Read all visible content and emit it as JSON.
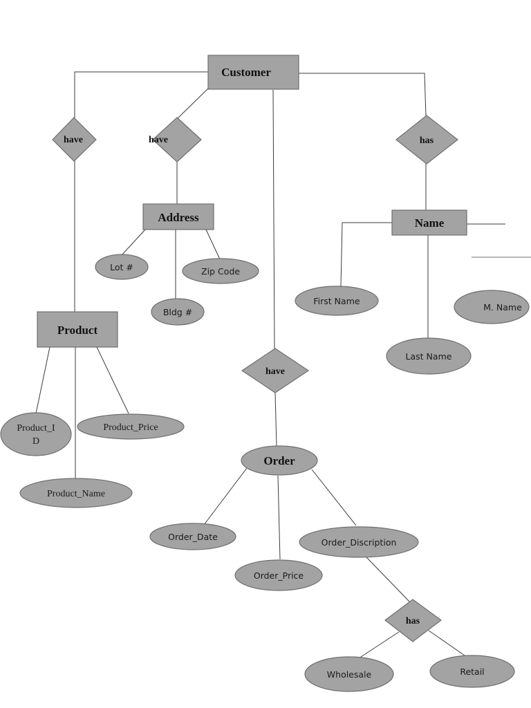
{
  "entities": {
    "customer": "Customer",
    "address": "Address",
    "name": "Name",
    "product": "Product",
    "order": "Order"
  },
  "relationships": {
    "customer_product": "have",
    "customer_address": "have",
    "customer_name": "has",
    "customer_order": "have",
    "description_type": "has"
  },
  "attributes": {
    "lot": "Lot #",
    "zip_code": "Zip Code",
    "bldg": "Bldg #",
    "first_name": "First Name",
    "last_name": "Last Name",
    "middle_name": "M. Name",
    "product_id_line1": "Product_I",
    "product_id_line2": "D",
    "product_price": "Product_Price",
    "product_name": "Product_Name",
    "order_date": "Order_Date",
    "order_price": "Order_Price",
    "order_description": "Order_Discription",
    "wholesale": "Wholesale",
    "retail": "Retail"
  }
}
